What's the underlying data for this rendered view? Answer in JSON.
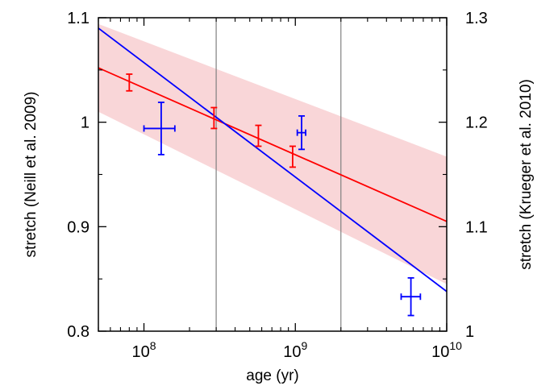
{
  "chart_data": {
    "type": "scatter",
    "title": "",
    "xlabel": "age (yr)",
    "ylabel_left": "stretch (Neill et al. 2009)",
    "ylabel_right": "stretch (Krueger et al. 2010)",
    "x_scale": "log",
    "xlim": [
      50000000,
      10000000000
    ],
    "ylim_left": [
      0.8,
      1.1
    ],
    "ylim_right": [
      1.0,
      1.3
    ],
    "x_ticks": [
      {
        "value": 100000000,
        "base": "10",
        "exp": "8"
      },
      {
        "value": 1000000000,
        "base": "10",
        "exp": "9"
      },
      {
        "value": 10000000000,
        "base": "10",
        "exp": "10"
      }
    ],
    "y_left_ticks": [
      {
        "value": 0.8,
        "label": "0.8"
      },
      {
        "value": 0.9,
        "label": "0.9"
      },
      {
        "value": 1.0,
        "label": "1"
      },
      {
        "value": 1.1,
        "label": "1.1"
      }
    ],
    "y_right_ticks": [
      {
        "value": 1.0,
        "label": "1"
      },
      {
        "value": 1.1,
        "label": "1.1"
      },
      {
        "value": 1.2,
        "label": "1.2"
      },
      {
        "value": 1.3,
        "label": "1.3"
      }
    ],
    "vertical_lines": [
      300000000,
      2000000000
    ],
    "grid": false,
    "series": [
      {
        "axis": "left",
        "color": "#ff0000",
        "points": [
          {
            "x": 80000000,
            "y": 1.038,
            "yerr": 0.008,
            "xerr": 0
          },
          {
            "x": 290000000,
            "y": 1.004,
            "yerr": 0.01,
            "xerr": 0
          },
          {
            "x": 570000000,
            "y": 0.987,
            "yerr": 0.01,
            "xerr": 0
          },
          {
            "x": 960000000,
            "y": 0.967,
            "yerr": 0.01,
            "xerr": 0
          }
        ],
        "fit_line": {
          "x": [
            50000000,
            10000000000
          ],
          "y": [
            1.052,
            0.905
          ]
        },
        "band": {
          "x": [
            50000000,
            10000000000
          ],
          "upper": [
            1.094,
            0.967
          ],
          "lower": [
            1.01,
            0.845
          ],
          "color": "#f9d6d8"
        }
      },
      {
        "axis": "right",
        "color": "#0000ff",
        "points": [
          {
            "x": 130000000,
            "y": 1.194,
            "yerr": 0.025,
            "xerr": [
              30000000,
              30000000
            ]
          },
          {
            "x": 1100000000,
            "y": 1.19,
            "yerr": 0.016,
            "xerr": [
              70000000,
              70000000
            ]
          },
          {
            "x": 5800000000,
            "y": 1.033,
            "yerr": 0.018,
            "xerr": [
              800000000,
              900000000
            ]
          }
        ],
        "fit_line": {
          "x": [
            50000000,
            10000000000
          ],
          "y": [
            1.29,
            1.038
          ]
        }
      }
    ]
  }
}
